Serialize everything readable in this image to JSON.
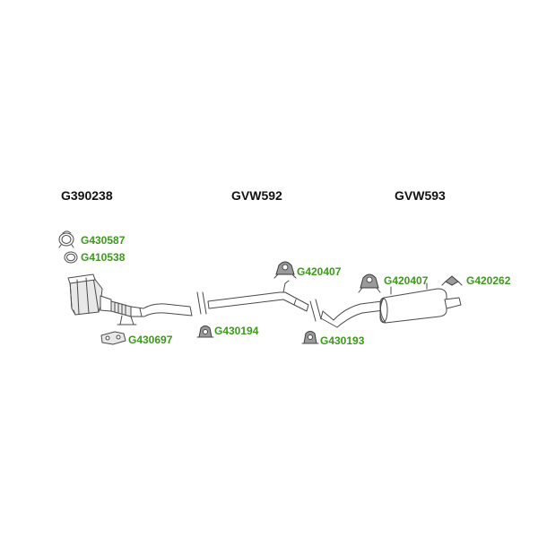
{
  "sections": [
    {
      "id": "front",
      "label": "G390238"
    },
    {
      "id": "middle",
      "label": "GVW592"
    },
    {
      "id": "rear",
      "label": "GVW593"
    }
  ],
  "parts": [
    {
      "id": "clamp-ring",
      "code": "G430587",
      "icon": "clamp-ring-icon"
    },
    {
      "id": "gasket-ring",
      "code": "G410538",
      "icon": "gasket-ring-icon"
    },
    {
      "id": "flange-gasket",
      "code": "G430697",
      "icon": "flange-gasket-icon"
    },
    {
      "id": "rubber-mount-mid",
      "code": "G430194",
      "icon": "rubber-mount-icon"
    },
    {
      "id": "rubber-hanger-mid",
      "code": "G420407",
      "icon": "rubber-hanger-icon"
    },
    {
      "id": "rubber-mount-rear",
      "code": "G430193",
      "icon": "rubber-mount-icon"
    },
    {
      "id": "rubber-hanger-rear",
      "code": "G420407",
      "icon": "rubber-hanger-icon"
    },
    {
      "id": "bracket-rear",
      "code": "G420262",
      "icon": "bracket-icon"
    }
  ],
  "colors": {
    "part_link": "#3a9a1a",
    "section_text": "#111111",
    "line": "#4a4a4a"
  }
}
